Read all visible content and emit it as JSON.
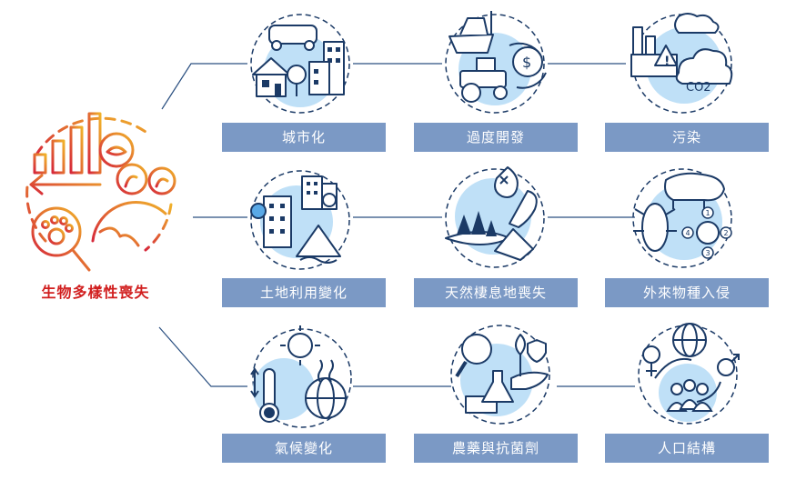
{
  "diagram": {
    "title": "生物多樣性喪失",
    "colors": {
      "label_bg": "#7b99c5",
      "label_text": "#ffffff",
      "title": "#d11f1f",
      "icon_stroke": "#1b3a66",
      "icon_fill": "#bfe0f7",
      "gradient_from": "#d6283a",
      "gradient_to": "#f0b12a",
      "connector": "#2a4f80"
    },
    "nodes": [
      {
        "label": "城市化",
        "icon": "city-icon"
      },
      {
        "label": "過度開發",
        "icon": "overexploitation-icon"
      },
      {
        "label": "污染",
        "icon": "pollution-icon"
      },
      {
        "label": "土地利用變化",
        "icon": "land-use-change-icon"
      },
      {
        "label": "天然棲息地喪失",
        "icon": "habitat-loss-icon"
      },
      {
        "label": "外來物種入侵",
        "icon": "invasive-species-icon"
      },
      {
        "label": "氣候變化",
        "icon": "climate-change-icon"
      },
      {
        "label": "農藥與抗菌劑",
        "icon": "pesticides-icon"
      },
      {
        "label": "人口結構",
        "icon": "demographics-icon"
      }
    ],
    "co2_text": "CO2"
  }
}
